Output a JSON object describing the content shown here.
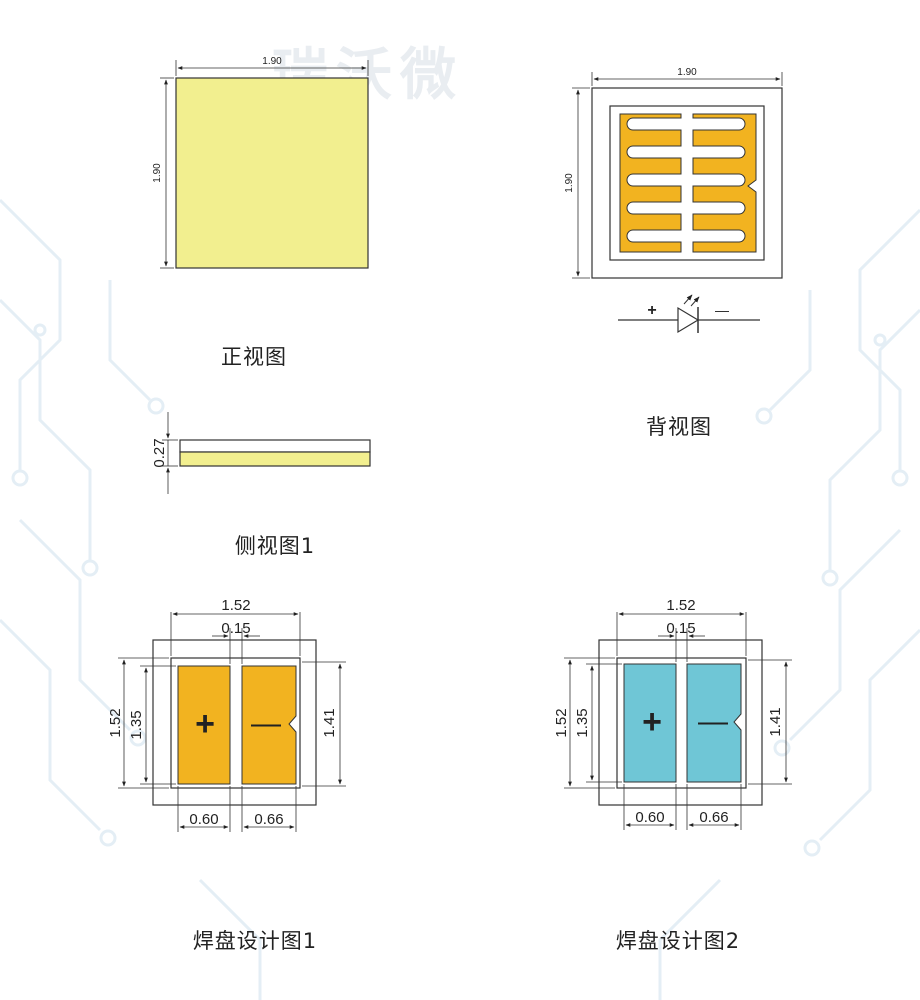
{
  "watermark": "瑞沃微",
  "colors": {
    "phosphor": "#F2EF8F",
    "pad_orange": "#F2B320",
    "pad_blue": "#6FC6D6",
    "line": "#222222",
    "circuit": "#E3EEF5"
  },
  "front_view": {
    "caption": "正视图",
    "dim_width": "1.90",
    "dim_height": "1.90"
  },
  "back_view": {
    "caption": "背视图",
    "dim_width": "1.90",
    "dim_height": "1.90",
    "plus": "+",
    "minus": "—",
    "symbol_icon": "led-diode-symbol"
  },
  "side_view": {
    "caption": "侧视图1",
    "dim_thickness": "0.27"
  },
  "pad_design_1": {
    "caption": "焊盘设计图1",
    "dim_total_width": "1.52",
    "dim_gap": "0.15",
    "dim_outer_height": "1.52",
    "dim_inner_height": "1.35",
    "dim_right_height": "1.41",
    "dim_left_pad": "0.60",
    "dim_right_pad": "0.66",
    "plus": "+",
    "minus": "—"
  },
  "pad_design_2": {
    "caption": "焊盘设计图2",
    "dim_total_width": "1.52",
    "dim_gap": "0.15",
    "dim_outer_height": "1.52",
    "dim_inner_height": "1.35",
    "dim_right_height": "1.41",
    "dim_left_pad": "0.60",
    "dim_right_pad": "0.66",
    "plus": "+",
    "minus": "—"
  }
}
